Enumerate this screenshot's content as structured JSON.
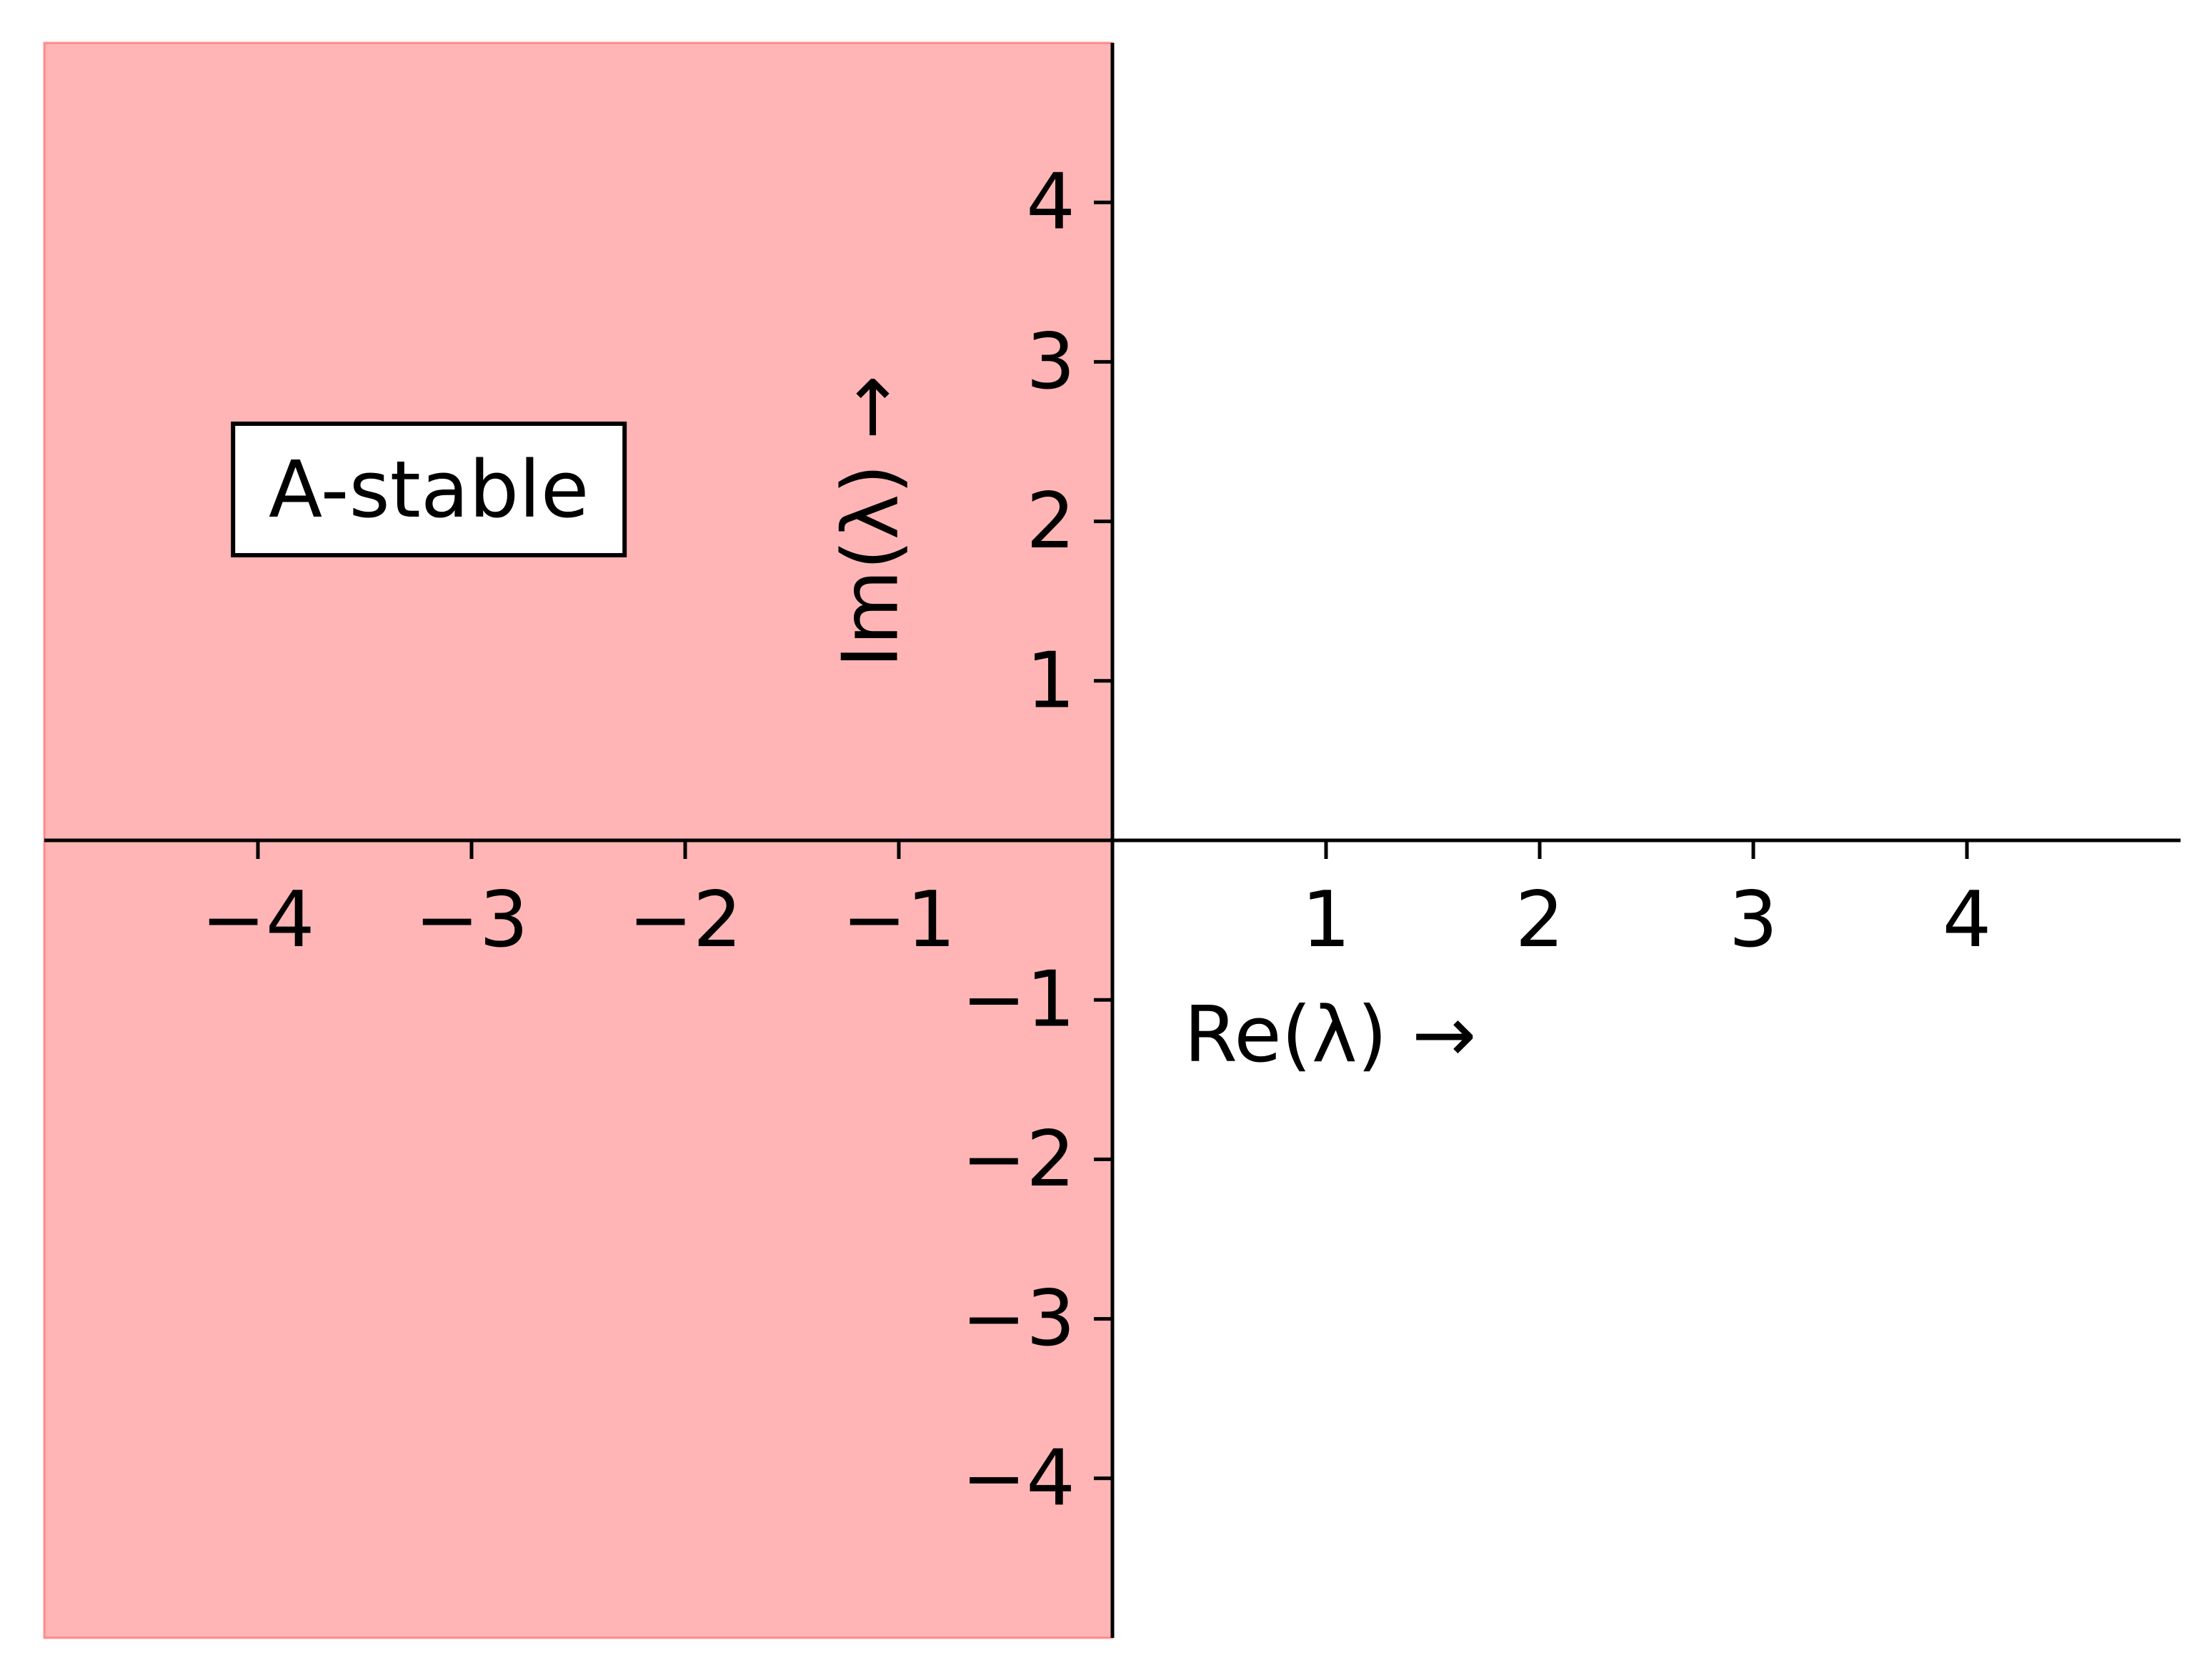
{
  "chart_data": {
    "type": "area",
    "title": "",
    "xlabel": "Re(λ) →",
    "ylabel": "Im(λ) →",
    "xlim": [
      -5,
      5
    ],
    "ylim": [
      -5,
      5
    ],
    "x_ticks": [
      -4,
      -3,
      -2,
      -1,
      1,
      2,
      3,
      4
    ],
    "y_ticks": [
      -4,
      -3,
      -2,
      -1,
      1,
      2,
      3,
      4
    ],
    "x_tick_labels": [
      "−4",
      "−3",
      "−2",
      "−1",
      "1",
      "2",
      "3",
      "4"
    ],
    "y_tick_labels": [
      "−4",
      "−3",
      "−2",
      "−1",
      "1",
      "2",
      "3",
      "4"
    ],
    "grid": false,
    "axes_through_origin": true,
    "region": {
      "x_range": [
        -5,
        0
      ],
      "y_range": [
        -5,
        5
      ],
      "color": "#ff6b6b",
      "opacity": 0.5
    },
    "annotation": {
      "text": "A-stable",
      "x": -3.2,
      "y": 2.2
    }
  }
}
